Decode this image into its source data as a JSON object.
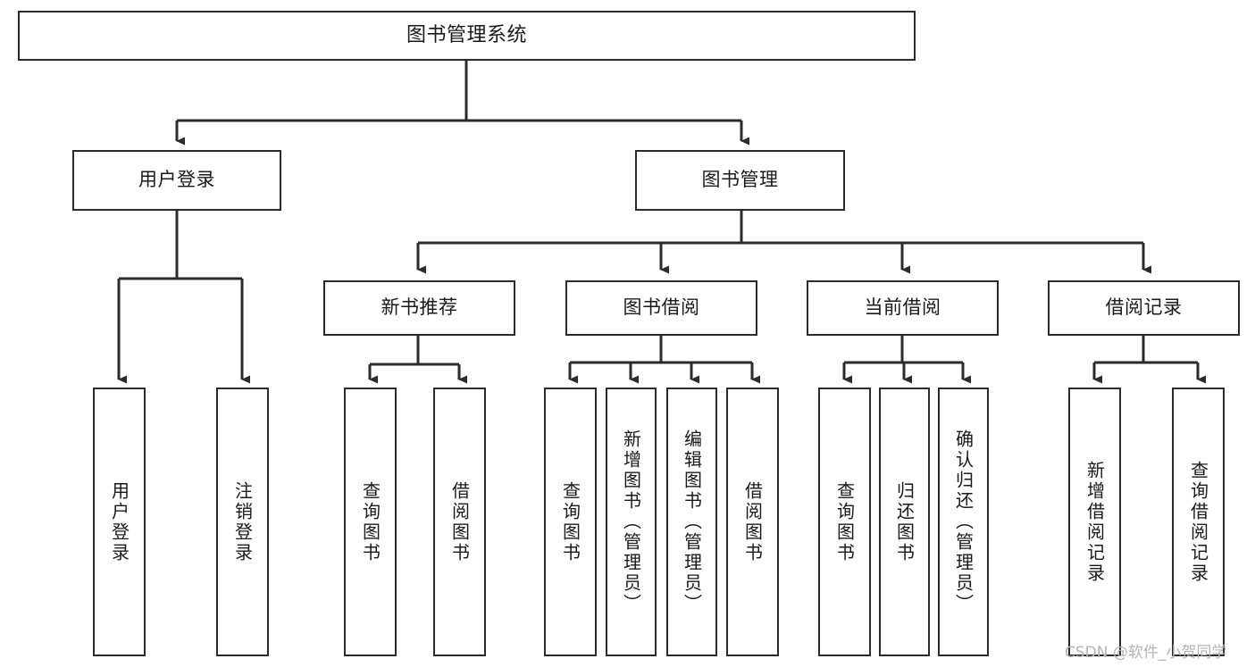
{
  "diagram": {
    "title": "图书管理系统",
    "type": "tree-hierarchy-diagram",
    "colors": {
      "box_border": "#2b2b2b",
      "box_fill": "#ffffff",
      "connector": "#2b2b2b",
      "text": "#1a1a1a",
      "watermark": "#b4b4b4",
      "background": "#ffffff"
    },
    "root": {
      "label": "图书管理系统"
    },
    "level2": [
      {
        "label": "用户登录"
      },
      {
        "label": "图书管理"
      }
    ],
    "level3": [
      {
        "label": "新书推荐"
      },
      {
        "label": "图书借阅"
      },
      {
        "label": "当前借阅"
      },
      {
        "label": "借阅记录"
      }
    ],
    "leaves": {
      "user_login": [
        {
          "label": "用户登录"
        },
        {
          "label": "注销登录"
        }
      ],
      "new_book_recommend": [
        {
          "label": "查询图书"
        },
        {
          "label": "借阅图书"
        }
      ],
      "book_borrow": [
        {
          "label": "查询图书"
        },
        {
          "label": "新增图书（管理员）"
        },
        {
          "label": "编辑图书（管理员）"
        },
        {
          "label": "借阅图书"
        }
      ],
      "current_borrow": [
        {
          "label": "查询图书"
        },
        {
          "label": "归还图书"
        },
        {
          "label": "确认归还（管理员）"
        }
      ],
      "borrow_record": [
        {
          "label": "新增借阅记录"
        },
        {
          "label": "查询借阅记录"
        }
      ]
    },
    "watermark": "CSDN @软件_小贺同学"
  }
}
